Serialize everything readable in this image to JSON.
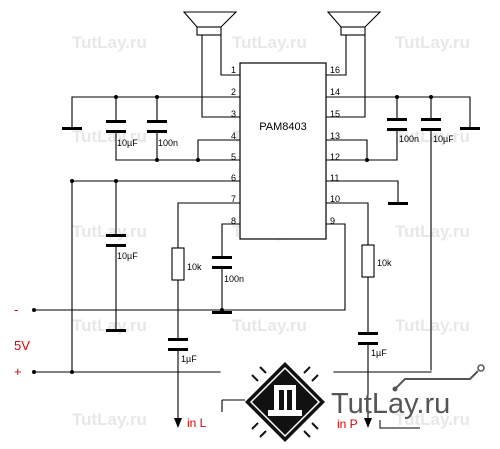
{
  "chip": {
    "name": "PAM8403",
    "pins": [
      "1",
      "2",
      "3",
      "4",
      "5",
      "6",
      "7",
      "8",
      "9",
      "10",
      "11",
      "12",
      "13",
      "14",
      "15",
      "16"
    ]
  },
  "components": {
    "c_left_1": "10µF",
    "c_left_2": "100n",
    "c_right_1": "100n",
    "c_right_2": "10µF",
    "c_mid_left": "10µF",
    "c_pin8": "100n",
    "r_left": "10k",
    "r_right": "10k",
    "c_in_left": "1µF",
    "c_in_right": "1µF"
  },
  "labels": {
    "minus": "-",
    "volt": "5V",
    "plus": "+",
    "in_left": "in L",
    "in_right": "in P"
  },
  "watermark": "TutLay.ru",
  "logo_text": "TutLay.ru",
  "colors": {
    "red": "#e00000",
    "wire": "#000000"
  }
}
